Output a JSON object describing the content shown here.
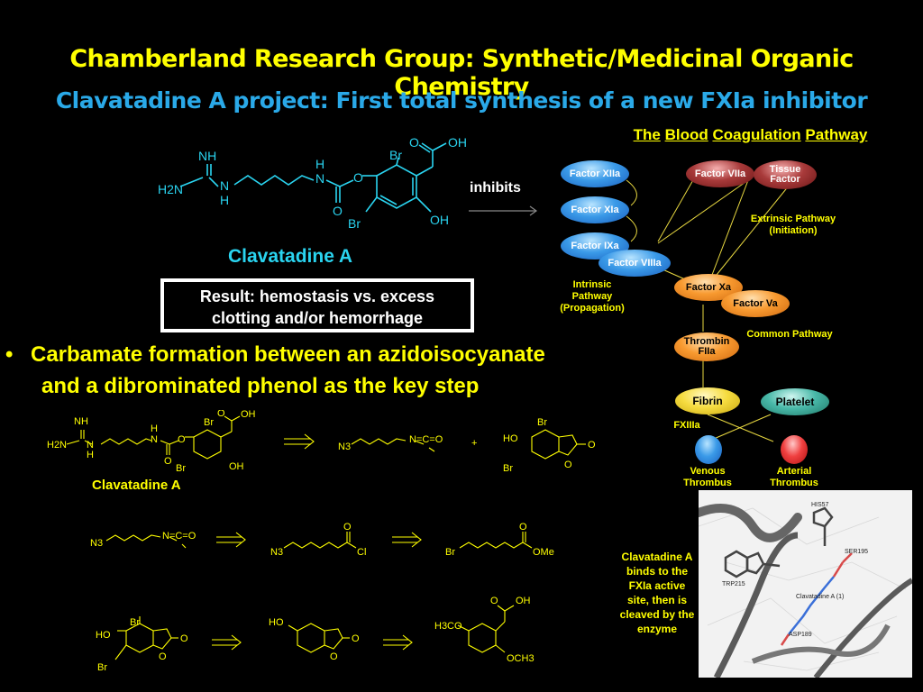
{
  "header": {
    "title": "Chamberland Research Group:  Synthetic/Medicinal Organic Chemistry",
    "subtitle": "Clavatadine A project:  First total synthesis of a new FXIa inhibitor"
  },
  "top_structure": {
    "name": "Clavatadine A",
    "atoms": {
      "nh": "NH",
      "h2n": "H2N",
      "n1": "N",
      "h1": "H",
      "h2": "H",
      "n2": "N",
      "o1": "O",
      "o2": "O",
      "br1": "Br",
      "br2": "Br",
      "o3": "O",
      "oh1": "OH",
      "oh2": "OH"
    },
    "arrow_label": "inhibits"
  },
  "result_box": {
    "line1": "Result: hemostasis vs. excess",
    "line2": "clotting and/or hemorrhage"
  },
  "bullet": {
    "line1": "Carbamate formation between an azidoisocyanate",
    "line2": "and a dibrominated phenol as the key step"
  },
  "pathway": {
    "title_words": [
      "The",
      "Blood",
      "Coagulation",
      "Pathway"
    ],
    "nodes": {
      "f12a": "Factor XIIa",
      "f7a": "Factor VIIa",
      "tissue": "Tissue Factor",
      "f11a": "Factor XIa",
      "f9a": "Factor IXa",
      "f8a": "Factor VIIIa",
      "f10a": "Factor Xa",
      "f5a": "Factor Va",
      "thrombin": "Thrombin FIIa",
      "fibrin": "Fibrin",
      "platelet": "Platelet"
    },
    "labels": {
      "extrinsic": "Extrinsic Pathway (Initiation)",
      "intrinsic": "Intrinsic Pathway (Propagation)",
      "common": "Common Pathway",
      "fxiiia": "FXIIIa",
      "venous": "Venous Thrombus",
      "arterial": "Arterial Thrombus"
    },
    "colors": {
      "blue": "#3a9ae8",
      "red": "#a83a3a",
      "orange": "#f89a30",
      "yellow": "#f6dc40",
      "teal": "#48b8a8"
    }
  },
  "retrosynthesis": {
    "row1": {
      "target_label": "Clavatadine A",
      "azide": "N3",
      "isocyanate": "N=C=O",
      "plus": "+",
      "phenol_atoms": {
        "br": "Br",
        "ho": "HO",
        "br2": "Br",
        "o": "O",
        "o2": "O"
      },
      "target_atoms": {
        "nh": "NH",
        "h2n": "H2N",
        "h": "H",
        "n": "N",
        "h2": "H",
        "n2": "N",
        "o": "O",
        "o2": "O",
        "br": "Br",
        "br2": "Br",
        "oh": "OH",
        "oh2": "OH",
        "o3": "O"
      }
    },
    "row2": {
      "n3a": "N3",
      "nco": "N=C=O",
      "n3b": "N3",
      "cl": "Cl",
      "o1": "O",
      "br": "Br",
      "ome": "OMe",
      "o2": "O"
    },
    "row3": {
      "br": "Br",
      "ho": "HO",
      "br2": "Br",
      "o1": "O",
      "o1b": "O",
      "ho2": "HO",
      "o2": "O",
      "o2b": "O",
      "h3co": "H3CO",
      "och3": "OCH3",
      "oh": "OH",
      "o3": "O"
    }
  },
  "binding_note": "Clavatadine A binds to the FXIa active site, then is cleaved by the enzyme",
  "protein_labels": [
    "HIS57",
    "SER195",
    "TRP215",
    "Clavatadine A (1)",
    "ASP189"
  ]
}
